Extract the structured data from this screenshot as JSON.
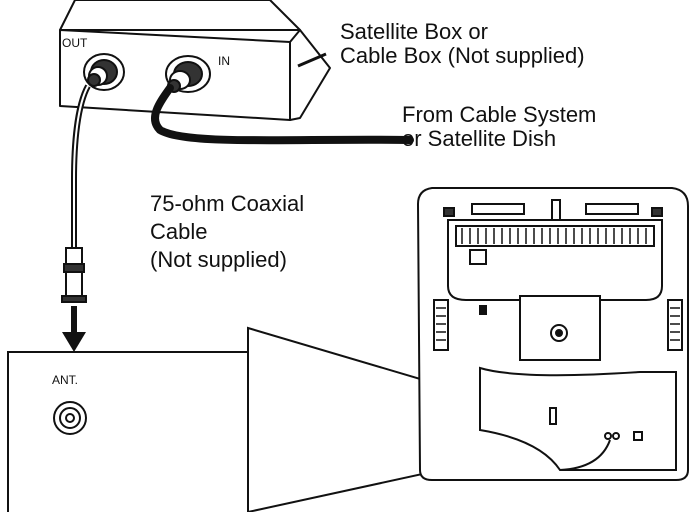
{
  "diagram": {
    "labels": {
      "box_out": "OUT",
      "box_in": "IN",
      "satellite_box": [
        "Satellite Box or",
        "Cable Box (Not supplied)"
      ],
      "source": [
        "From Cable System",
        "or Satellite Dish"
      ],
      "coax": [
        "75-ohm Coaxial",
        "Cable",
        "(Not supplied)"
      ],
      "ant": "ANT."
    },
    "icons": [
      "coaxial-connector-icon",
      "down-arrow-icon",
      "tv-back-panel-icon"
    ],
    "colors": {
      "line": "#111111",
      "background": "#ffffff",
      "cable": "#111111"
    }
  }
}
